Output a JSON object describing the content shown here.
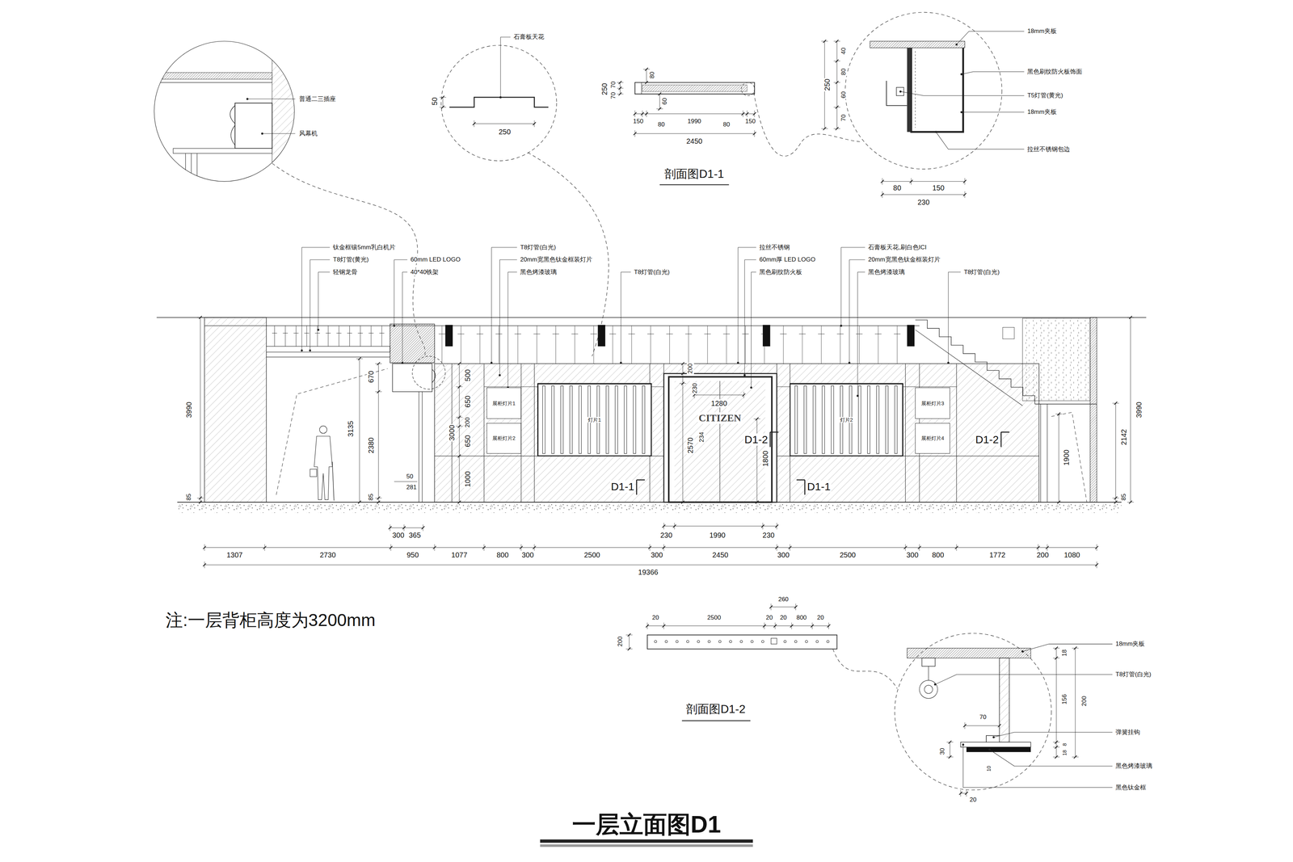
{
  "diagram": {
    "title": "一层立面图D1",
    "nodes": [
      {
        "text": [
          "展柜灯片1"
        ]
      },
      {
        "text": [
          "展柜灯片2"
        ]
      },
      {
        "text": [
          "灯片1"
        ]
      },
      {
        "text": [
          "CITIZEN"
        ]
      },
      {
        "text": [
          "灯片2"
        ]
      },
      {
        "text": [
          "展柜灯片3"
        ]
      },
      {
        "text": [
          "展柜灯片4"
        ]
      }
    ],
    "labels": [
      "普通二三插座",
      "风幕机",
      "石膏板天花",
      "50",
      "250",
      "250",
      "70",
      "70",
      "80",
      "60",
      "150",
      "80",
      "1990",
      "80",
      "150",
      "2450",
      "剖面图D1-1",
      "40",
      "80",
      "250",
      "60",
      "70",
      "80",
      "150",
      "230",
      "18mm夹板",
      "黑色刷纹防火板饰面",
      "T5灯管(黄光)",
      "18mm夹板",
      "拉丝不锈钢包边",
      "钛金框镶5mm乳白机片",
      "T8灯管(黄光)",
      "轻钢龙骨",
      "60mm LED LOGO",
      "40*40铁架",
      "T8灯管(白光)",
      "20mm宽黑色钛金框装灯片",
      "黑色烤漆玻璃",
      "T8灯管(白光)",
      "拉丝不锈钢",
      "60mm厚 LED LOGO",
      "黑色刷纹防火板",
      "石膏板天花,刷白色ICI",
      "20mm宽黑色钛金框装灯片",
      "黑色烤漆玻璃",
      "T8灯管(白光)",
      "3990",
      "85",
      "670",
      "3135",
      "2380",
      "85",
      "50",
      "281",
      "500",
      "3000",
      "650",
      "200",
      "650",
      "1000",
      "200",
      "230",
      "1280",
      "2570",
      "234",
      "1800",
      "1900",
      "2142",
      "3990",
      "85",
      "D1-2",
      "D1-2",
      "D1-1",
      "D1-1",
      "300",
      "365",
      "230",
      "1990",
      "230",
      "1307",
      "2730",
      "950",
      "1077",
      "800",
      "300",
      "2500",
      "300",
      "2450",
      "300",
      "2500",
      "300",
      "800",
      "1772",
      "200",
      "1080",
      "19366",
      "260",
      "20",
      "2500",
      "20",
      "20",
      "800",
      "20",
      "200",
      "剖面图D1-2",
      "18",
      "156",
      "200",
      "8",
      "18",
      "70",
      "30",
      "10",
      "20",
      "18mm夹板",
      "T8灯管(白光)",
      "弹簧挂钩",
      "黑色烤漆玻璃",
      "黑色钛金框",
      "注:一层背柜高度为3200mm"
    ]
  }
}
